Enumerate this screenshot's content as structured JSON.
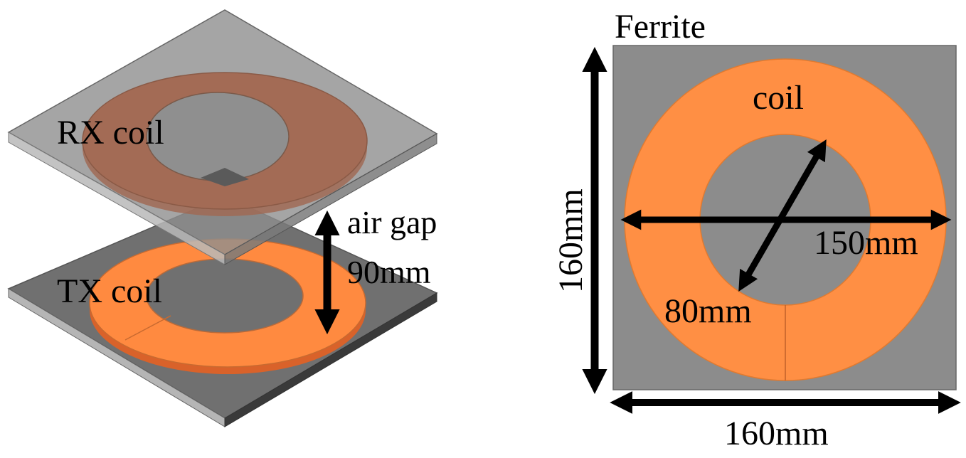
{
  "left_view": {
    "rx_label": "RX coil",
    "tx_label": "TX coil",
    "gap_label_line1": "air gap",
    "gap_label_line2": "90mm"
  },
  "right_view": {
    "ferrite_label": "Ferrite",
    "coil_label": "coil",
    "outer_diameter_label": "150mm",
    "inner_diameter_label": "80mm",
    "height_label": "160mm",
    "width_label": "160mm"
  },
  "colors": {
    "ferrite": "#8c8c8c",
    "coil": "#ff8f44",
    "coil_rx_tint": "#a06a55",
    "arrow": "#000000"
  }
}
